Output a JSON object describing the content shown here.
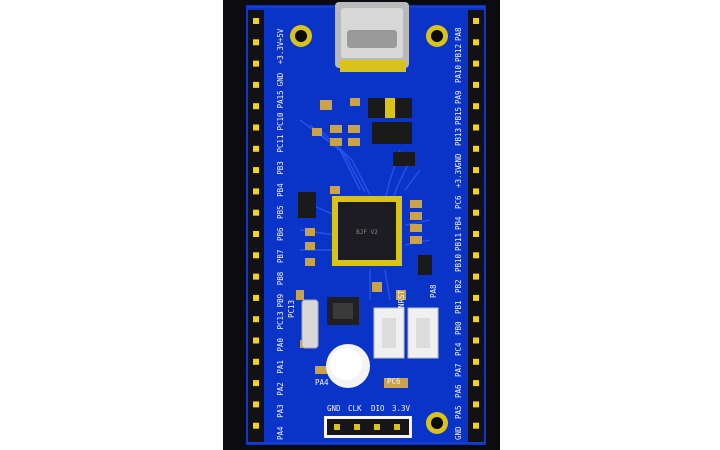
{
  "image": {
    "subject": "blue-pcb-dev-board",
    "colors": {
      "background": "#ffffff",
      "board": "#0a33c8",
      "board_dark": "#05209a",
      "pin_gold": "#f2d21c",
      "header_black": "#0f0f14"
    }
  },
  "labels": {
    "left_pins": [
      "PA4",
      "PA3",
      "PA2",
      "PA1",
      "PA0",
      "PC13",
      "PB9",
      "PB8",
      "PB7",
      "PB6",
      "PB5",
      "PB4",
      "PB3",
      "PC11",
      "PC10",
      "PA15",
      "GND",
      "+3.3V",
      "+5V"
    ],
    "right_pins": [
      "GND",
      "PA5",
      "PA6",
      "PA7",
      "PC4",
      "PB0",
      "PB1",
      "PB2",
      "PB10",
      "PB11",
      "PB4",
      "PC6",
      "+3.3V",
      "GND",
      "PB13",
      "PB15",
      "PA9",
      "PA10",
      "PB12",
      "PA8"
    ],
    "swd": [
      "GND",
      "CLK",
      "DIO",
      "3.3V"
    ],
    "chip": "BJF V2",
    "pa4": "PA4",
    "pc6": "PC6",
    "pa8": "PA8",
    "pc13": "PC13",
    "rst": "NRST"
  }
}
